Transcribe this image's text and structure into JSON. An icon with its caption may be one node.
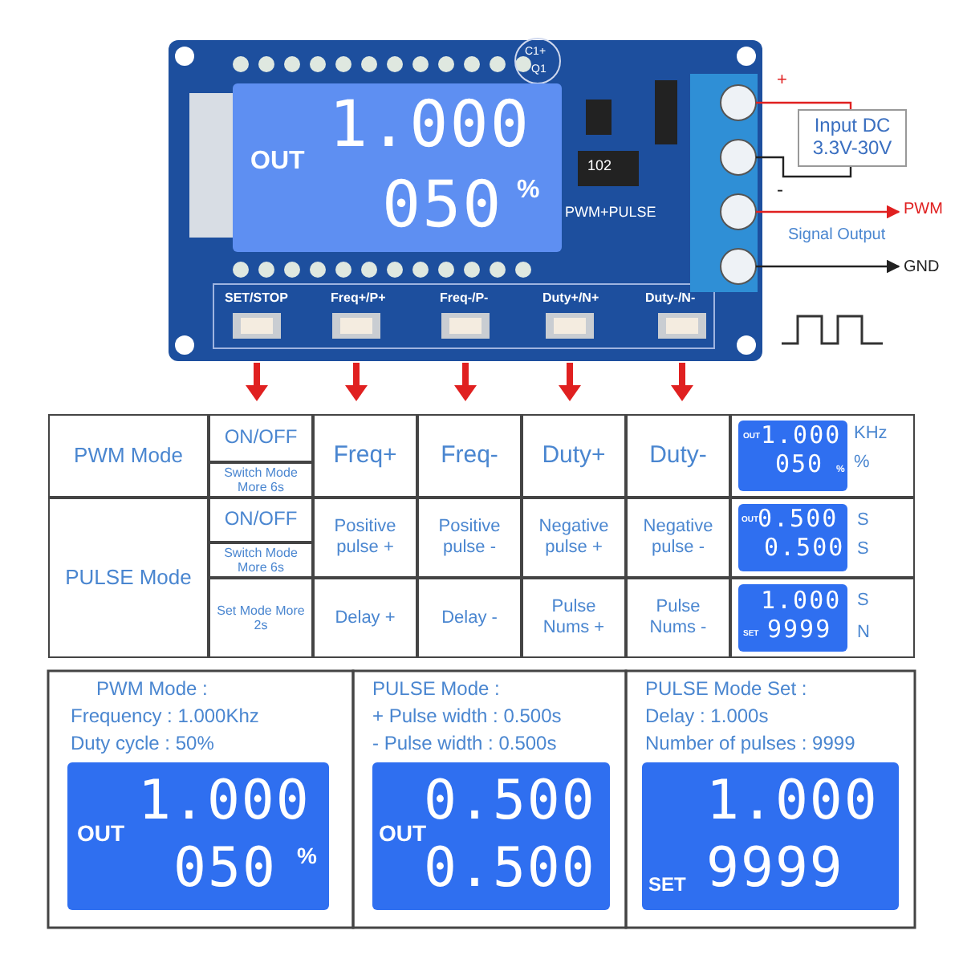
{
  "diagram": {
    "nodes": [
      {
        "text": [
          "Input DC 3.3V-30V"
        ]
      },
      {
        "text": [],
        "shape": "circle"
      },
      {
        "text": [],
        "shape": "circle"
      },
      {
        "text": [],
        "shape": "circle"
      },
      {
        "text": [],
        "shape": "circle"
      },
      {
        "text": [
          "PWM"
        ]
      },
      {
        "text": [
          "GND"
        ]
      }
    ],
    "edges": [
      {
        "from": 0,
        "to": 1,
        "arrow": "none",
        "color": "#e02020"
      },
      {
        "from": 0,
        "to": 2,
        "arrow": "none",
        "color": "#222222"
      },
      {
        "from": 3,
        "to": 5,
        "arrow": "to",
        "color": "#e02020"
      },
      {
        "from": 4,
        "to": 6,
        "arrow": "to",
        "color": "#222222"
      }
    ],
    "labels": [
      "C1+",
      "Q1",
      "OUT",
      "1.000",
      "050",
      "%",
      "102",
      "+",
      "-",
      "PWM+PULSE",
      "Signal Output",
      "SET/STOP",
      "Freq+/P+",
      "Freq-/P-",
      "Duty+/N+",
      "Duty-/N-",
      "PWM Mode",
      "ON/OFF",
      "Freq+",
      "Freq-",
      "Duty+",
      "Duty-",
      "OUT",
      "1.000",
      "050",
      "%",
      "KHz",
      "%",
      "Switch Mode More 6s",
      "PULSE Mode",
      "ON/OFF",
      "Positive pulse +",
      "Positive pulse -",
      "Negative pulse +",
      "Negative pulse -",
      "OUT",
      "0.500",
      "0.500",
      "S",
      "S",
      "Switch Mode More 6s",
      "Set Mode More 2s",
      "Delay +",
      "Delay -",
      "Pulse Nums +",
      "Pulse Nums -",
      "1.000",
      "SET",
      "9999",
      "S",
      "N",
      "PWM Mode :",
      "Frequency : 1.000Khz",
      "Duty cycle : 50%",
      "OUT",
      "1.000",
      "050",
      "%",
      "PULSE Mode :",
      "+ Pulse width : 0.500s",
      "- Pulse width : 0.500s",
      "OUT",
      "0.500",
      "0.500",
      "PULSE Mode Set :",
      "Delay : 1.000s",
      "Number of pulses : 9999",
      "1.000",
      "SET",
      "9999"
    ]
  }
}
